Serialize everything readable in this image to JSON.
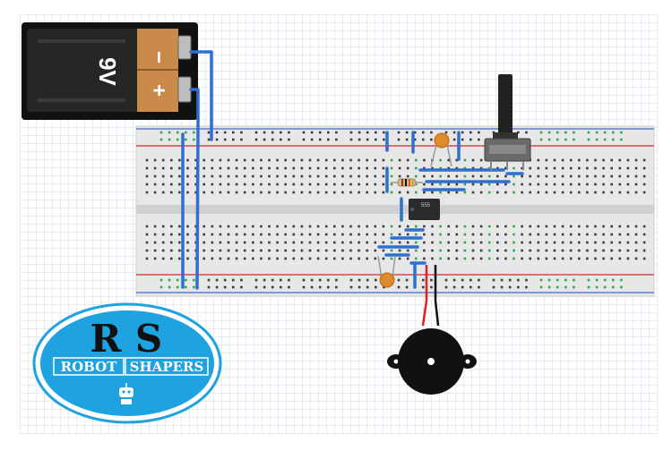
{
  "battery": {
    "voltage_label": "9V",
    "minus_label": "−",
    "plus_label": "+"
  },
  "ic": {
    "label": "555"
  },
  "logo": {
    "monogram_left": "R",
    "monogram_right": "S",
    "left_word": "ROBOT",
    "right_word": "SHAPERS"
  },
  "colors": {
    "wire": "#2f6fcf",
    "wire_red": "#e02020",
    "wire_black": "#111111",
    "battery_copper": "#c98a4a",
    "capacitor": "#e08a2c",
    "logo_blue": "#1fa2e0",
    "breadboard": "#e6e6e6",
    "power_rail_red": "#d24b4b",
    "power_rail_blue": "#5d7fcf",
    "used_hole": "#2da84a"
  },
  "icons": [
    "battery-9v-icon",
    "breadboard-icon",
    "potentiometer-icon",
    "resistor-icon",
    "capacitor-icon",
    "ic-555-icon",
    "buzzer-icon",
    "robot-icon"
  ]
}
